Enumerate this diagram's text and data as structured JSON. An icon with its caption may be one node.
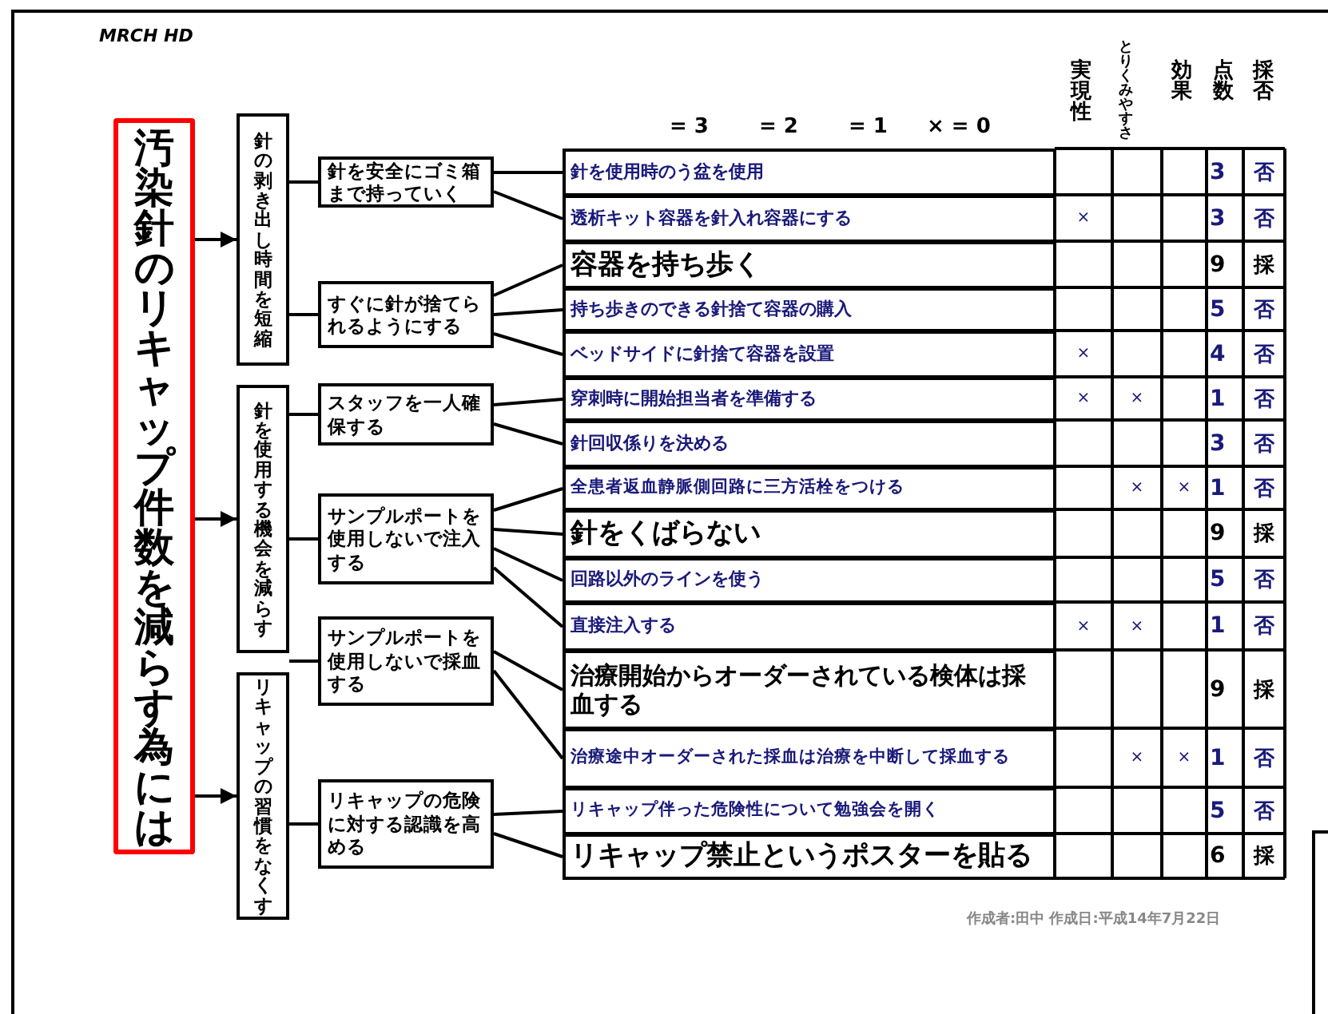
{
  "diagram": {
    "nodes": [
      {
        "text": [
          "汚染針のリキャップ件数を減らす為には"
        ]
      },
      {
        "text": [
          "針の剥き出し時間を短縮"
        ]
      },
      {
        "text": [
          "針を安全にゴミ箱まで持っていく"
        ]
      },
      {
        "text": [
          "すぐに針が捨てられるようにする"
        ]
      },
      {
        "text": [
          "針を使用する機会を減らす"
        ]
      },
      {
        "text": [
          "スタッフを一人確保する"
        ]
      },
      {
        "text": [
          "サンプルポートを使用しないで注入する"
        ]
      },
      {
        "text": [
          "サンプルポートを使用しないで採血する"
        ]
      },
      {
        "text": [
          "リキャップの習慣をなくす"
        ]
      },
      {
        "text": [
          "リキャップの危険に対する認識を高める"
        ]
      },
      {
        "text": [
          "針を使用時のう盆を使用"
        ]
      },
      {
        "text": [
          "透析キット容器を針入れ容器にする"
        ]
      },
      {
        "text": [
          "容器を持ち歩く"
        ]
      },
      {
        "text": [
          "持ち歩きのできる針捨て容器の購入"
        ]
      },
      {
        "text": [
          "ベッドサイドに針捨て容器を設置"
        ]
      },
      {
        "text": [
          "穿刺時に開始担当者を準備する"
        ]
      },
      {
        "text": [
          "針回収係りを決める"
        ]
      },
      {
        "text": [
          "全患者返血静脈側回路に三方活栓をつける"
        ]
      },
      {
        "text": [
          "針をくばらない"
        ]
      },
      {
        "text": [
          "回路以外のラインを使う"
        ]
      },
      {
        "text": [
          "直接注入する"
        ]
      },
      {
        "text": [
          "治療開始からオーダーされている検体は採血する"
        ]
      },
      {
        "text": [
          "治療途中オーダーされた採血は治療を中断して採血する"
        ]
      },
      {
        "text": [
          "リキャップ伴った危険性について勉強会を開く"
        ]
      },
      {
        "text": [
          "リキャップ禁止というポスターを貼る"
        ]
      }
    ],
    "edges": [
      {
        "from": 0,
        "to": 1,
        "arrow": "to"
      },
      {
        "from": 0,
        "to": 4,
        "arrow": "to"
      },
      {
        "from": 0,
        "to": 8,
        "arrow": "to"
      },
      {
        "from": 1,
        "to": 2,
        "arrow": "none"
      },
      {
        "from": 1,
        "to": 3,
        "arrow": "none"
      },
      {
        "from": 4,
        "to": 5,
        "arrow": "none"
      },
      {
        "from": 4,
        "to": 6,
        "arrow": "none"
      },
      {
        "from": 4,
        "to": 7,
        "arrow": "none"
      },
      {
        "from": 8,
        "to": 9,
        "arrow": "none"
      },
      {
        "from": 2,
        "to": 10,
        "arrow": "none"
      },
      {
        "from": 2,
        "to": 11,
        "arrow": "none"
      },
      {
        "from": 3,
        "to": 12,
        "arrow": "none"
      },
      {
        "from": 3,
        "to": 13,
        "arrow": "none"
      },
      {
        "from": 3,
        "to": 14,
        "arrow": "none"
      },
      {
        "from": 5,
        "to": 15,
        "arrow": "none"
      },
      {
        "from": 5,
        "to": 16,
        "arrow": "none"
      },
      {
        "from": 6,
        "to": 17,
        "arrow": "none"
      },
      {
        "from": 6,
        "to": 18,
        "arrow": "none"
      },
      {
        "from": 6,
        "to": 19,
        "arrow": "none"
      },
      {
        "from": 6,
        "to": 20,
        "arrow": "none"
      },
      {
        "from": 7,
        "to": 21,
        "arrow": "none"
      },
      {
        "from": 7,
        "to": 22,
        "arrow": "none"
      },
      {
        "from": 9,
        "to": 23,
        "arrow": "none"
      },
      {
        "from": 9,
        "to": 24,
        "arrow": "none"
      }
    ],
    "labels": [
      "MRCH HD",
      "= 3",
      "= 2",
      "= 1",
      "× = 0",
      "実現性",
      "とりくみやすさ",
      "効果",
      "点数",
      "採否",
      "3",
      "否",
      "×",
      "3",
      "否",
      "9",
      "採",
      "5",
      "否",
      "×",
      "4",
      "否",
      "×",
      "×",
      "1",
      "否",
      "3",
      "否",
      "×",
      "×",
      "1",
      "否",
      "9",
      "採",
      "5",
      "否",
      "×",
      "×",
      "1",
      "否",
      "9",
      "採",
      "×",
      "×",
      "1",
      "否",
      "5",
      "否",
      "6",
      "採",
      "作成者:田中 作成日:平成14年7月22日"
    ]
  }
}
